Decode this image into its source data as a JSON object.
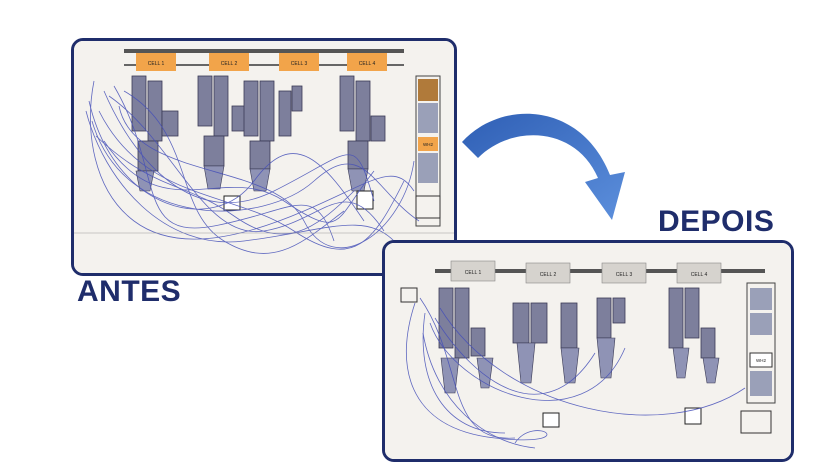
{
  "labels": {
    "before": "ANTES",
    "after": "DEPOIS"
  },
  "cells": [
    "CELL 1",
    "CELL 2",
    "CELL 3",
    "CELL 4"
  ],
  "side_box": "WH2",
  "colors": {
    "frame": "#1f2d6b",
    "label": "#1f2d6b",
    "arrow": "#3d6fc4",
    "cell_before": "#f2a44a",
    "cell_after": "#d6d3ce",
    "paths": "#4650b8"
  }
}
